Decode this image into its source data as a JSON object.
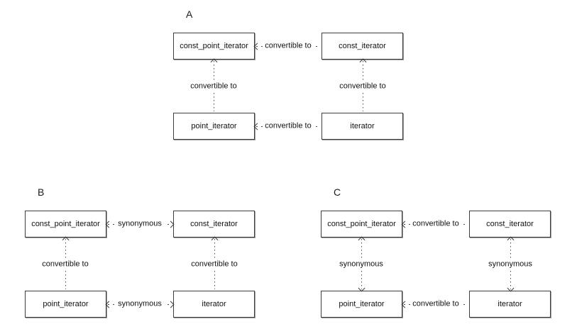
{
  "colors": {
    "background": "#ffffff",
    "line": "#4a4a4a",
    "text": "#111111"
  },
  "diagrams": {
    "a": {
      "label": "A",
      "boxes": {
        "top_left": "const_point_iterator",
        "top_right": "const_iterator",
        "bottom_left": "point_iterator",
        "bottom_right": "iterator"
      },
      "edges": {
        "top": "convertible to",
        "bottom": "convertible to",
        "left": "convertible to",
        "right": "convertible to"
      }
    },
    "b": {
      "label": "B",
      "boxes": {
        "top_left": "const_point_iterator",
        "top_right": "const_iterator",
        "bottom_left": "point_iterator",
        "bottom_right": "iterator"
      },
      "edges": {
        "top": "synonymous",
        "bottom": "synonymous",
        "left": "convertible to",
        "right": "convertible to"
      }
    },
    "c": {
      "label": "C",
      "boxes": {
        "top_left": "const_point_iterator",
        "top_right": "const_iterator",
        "bottom_left": "point_iterator",
        "bottom_right": "iterator"
      },
      "edges": {
        "top": "convertible to",
        "bottom": "convertible to",
        "left": "synonymous",
        "right": "synonymous"
      }
    }
  }
}
